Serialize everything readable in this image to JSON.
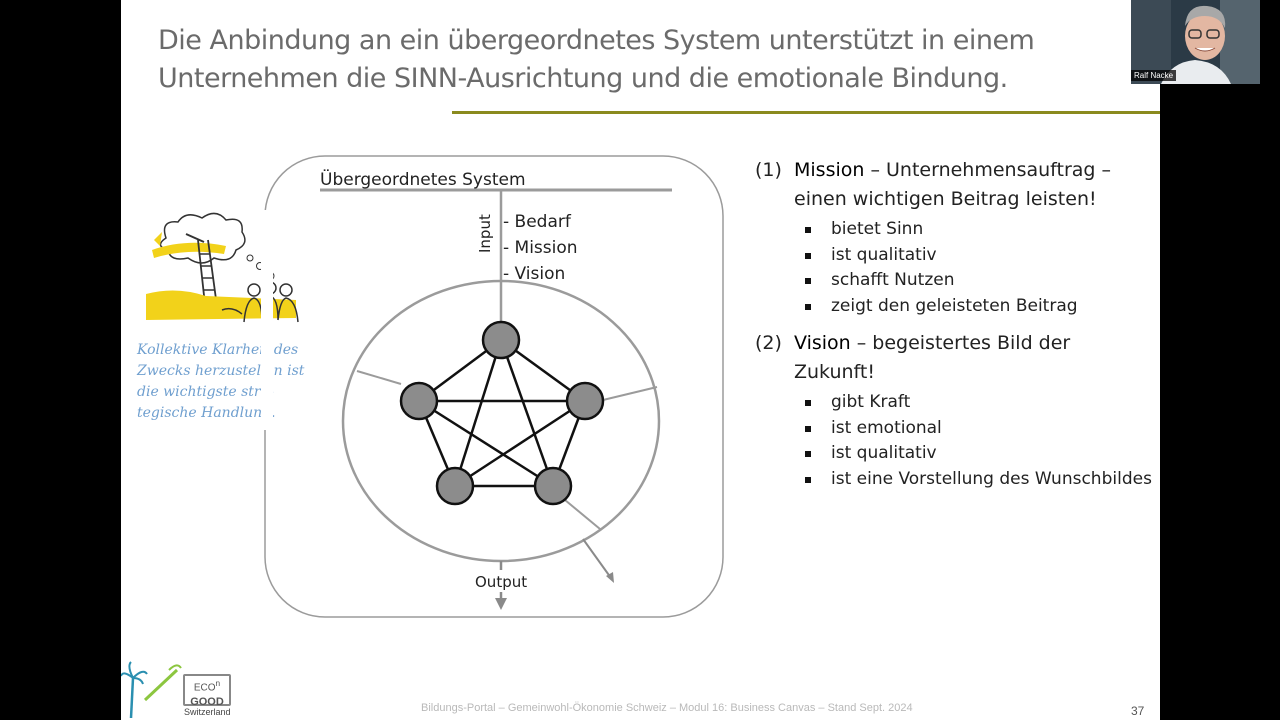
{
  "slide": {
    "title": "Die Anbindung an ein übergeordnetes System unterstützt in einem Unternehmen die SINN-Ausrichtung und die emotionale Bindung.",
    "quote": "Kollektive Klarheit des Zwecks herzustellen ist die wichtigste stra-tegische Handlung.",
    "footer": "Bildungs-Portal – Gemeinwohl-Ökonomie Schweiz – Modul 16: Business Canvas – Stand Sept. 2024",
    "page_number": "37"
  },
  "diagram": {
    "system_label": "Übergeordnetes System",
    "input_label": "Input",
    "output_label": "Output",
    "input_items": [
      "- Bedarf",
      "- Mission",
      "- Vision"
    ]
  },
  "list": [
    {
      "num": "(1)",
      "keyword": "Mission",
      "text": " – Unternehmensauftrag – einen wichtigen Beitrag leisten!",
      "bullets": [
        "bietet Sinn",
        "ist qualitativ",
        "schafft Nutzen",
        "zeigt den geleisteten Beitrag"
      ]
    },
    {
      "num": "(2)",
      "keyword": "Vision",
      "text": " – begeistertes Bild der Zukunft!",
      "bullets": [
        "gibt Kraft",
        "ist emotional",
        "ist qualitativ",
        "ist eine Vorstellung des Wunschbildes"
      ]
    }
  ],
  "logo": {
    "line1": "ECO",
    "line1b": "n",
    "line2": "GOOD",
    "sub": "Switzerland"
  },
  "webcam": {
    "name": "Ralf Nacke"
  },
  "colors": {
    "accent_rule": "#8a8a1e",
    "quote_blue": "#6f9fcf",
    "node_gray": "#8c8c8c"
  }
}
